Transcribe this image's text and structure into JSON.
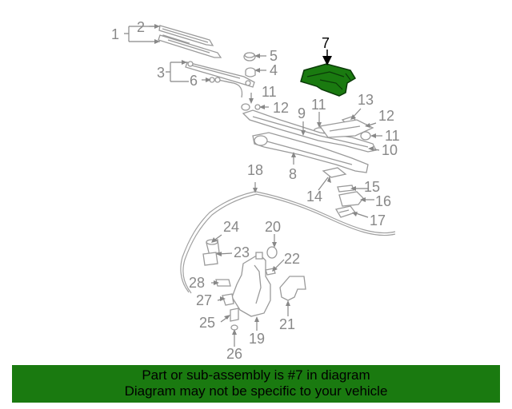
{
  "diagram": {
    "highlight_color": "#1a7a10",
    "callouts": [
      "1",
      "2",
      "3",
      "4",
      "5",
      "6",
      "7",
      "8",
      "9",
      "10",
      "11",
      "11",
      "11",
      "12",
      "12",
      "13",
      "14",
      "15",
      "16",
      "17",
      "18",
      "19",
      "20",
      "21",
      "22",
      "23",
      "24",
      "25",
      "26",
      "27",
      "28"
    ]
  },
  "banner": {
    "line1": "Part or sub-assembly is #7 in diagram",
    "line2": "Diagram may not be specific to your vehicle",
    "background": "#1a7a10"
  }
}
